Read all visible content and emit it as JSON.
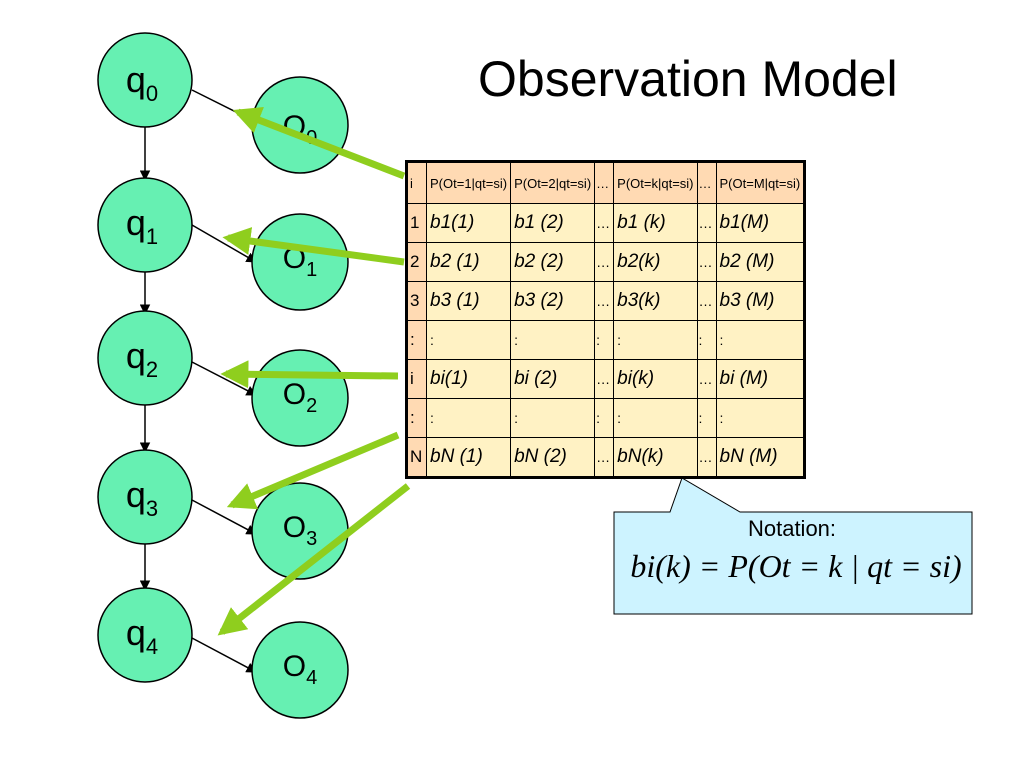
{
  "title": "Observation Model",
  "states": [
    {
      "label": "q",
      "sub": "0"
    },
    {
      "label": "q",
      "sub": "1"
    },
    {
      "label": "q",
      "sub": "2"
    },
    {
      "label": "q",
      "sub": "3"
    },
    {
      "label": "q",
      "sub": "4"
    }
  ],
  "observations": [
    {
      "label": "O",
      "sub": "0"
    },
    {
      "label": "O",
      "sub": "1"
    },
    {
      "label": "O",
      "sub": "2"
    },
    {
      "label": "O",
      "sub": "3"
    },
    {
      "label": "O",
      "sub": "4"
    }
  ],
  "table": {
    "header": {
      "idx": "i",
      "c1": "P(Ot=1|qt=si)",
      "dots1": "…",
      "c2": "P(Ot=2|qt=si)",
      "ck": "P(Ot=k|qt=si)",
      "dots2": "…",
      "cm": "P(Ot=M|qt=si)"
    },
    "rows": [
      {
        "idx": "1",
        "c1": "b1(1)",
        "c2": "b1 (2)",
        "ck": "b1 (k)",
        "cm": "b1(M)",
        "dots": "…"
      },
      {
        "idx": "2",
        "c1": "b2 (1)",
        "c2": "b2 (2)",
        "ck": "b2(k)",
        "cm": "b2 (M)",
        "dots": "…"
      },
      {
        "idx": "3",
        "c1": "b3 (1)",
        "c2": "b3 (2)",
        "ck": "b3(k)",
        "cm": "b3 (M)",
        "dots": "…"
      },
      {
        "idx": ":",
        "c1": ":",
        "c2": ":",
        "ck": ":",
        "cm": ":",
        "dots": ":"
      },
      {
        "idx": "i",
        "c1": "bi(1)",
        "c2": "bi (2)",
        "ck": "bi(k)",
        "cm": "bi (M)",
        "dots": "…"
      },
      {
        "idx": ":",
        "c1": ":",
        "c2": ":",
        "ck": ":",
        "cm": ":",
        "dots": ":"
      },
      {
        "idx": "N",
        "c1": "bN (1)",
        "c2": "bN (2)",
        "ck": "bN(k)",
        "cm": "bN (M)",
        "dots": "…"
      }
    ]
  },
  "callout": {
    "label": "Notation:",
    "formula": "bi(k) = P(Ot = k | qt = si)"
  },
  "colors": {
    "node_fill": "#66f0b2",
    "arrow_green": "#8fce1e",
    "callout_fill": "#cdf3ff",
    "header_fill": "#ffdab3",
    "cell_fill": "#fff2c4"
  }
}
